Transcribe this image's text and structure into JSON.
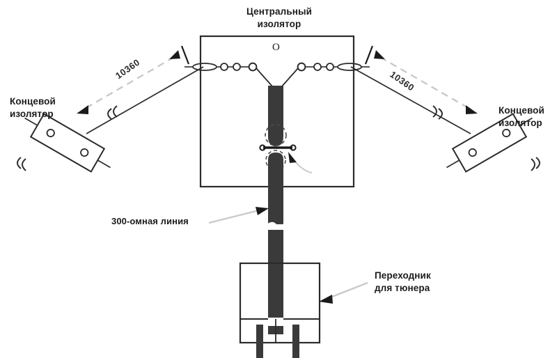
{
  "diagram": {
    "title_labels": {
      "center_insulator": "Центральный\nизолятор",
      "end_insulator_left": "Концевой\nизолятор",
      "end_insulator_right": "Концевой\nизолятор",
      "feedline": "300-омная линия",
      "tuner_adapter": "Переходник\nдля тюнера"
    },
    "dimensions": {
      "left_leg": "10360",
      "right_leg": "10360"
    },
    "marks": {
      "center_o": "O"
    },
    "colors": {
      "ink": "#1b1b1b",
      "line": "#2b2b2b",
      "ribbon": "#3a3a3a",
      "leader": "#c9c9c9",
      "background": "#ffffff"
    }
  }
}
